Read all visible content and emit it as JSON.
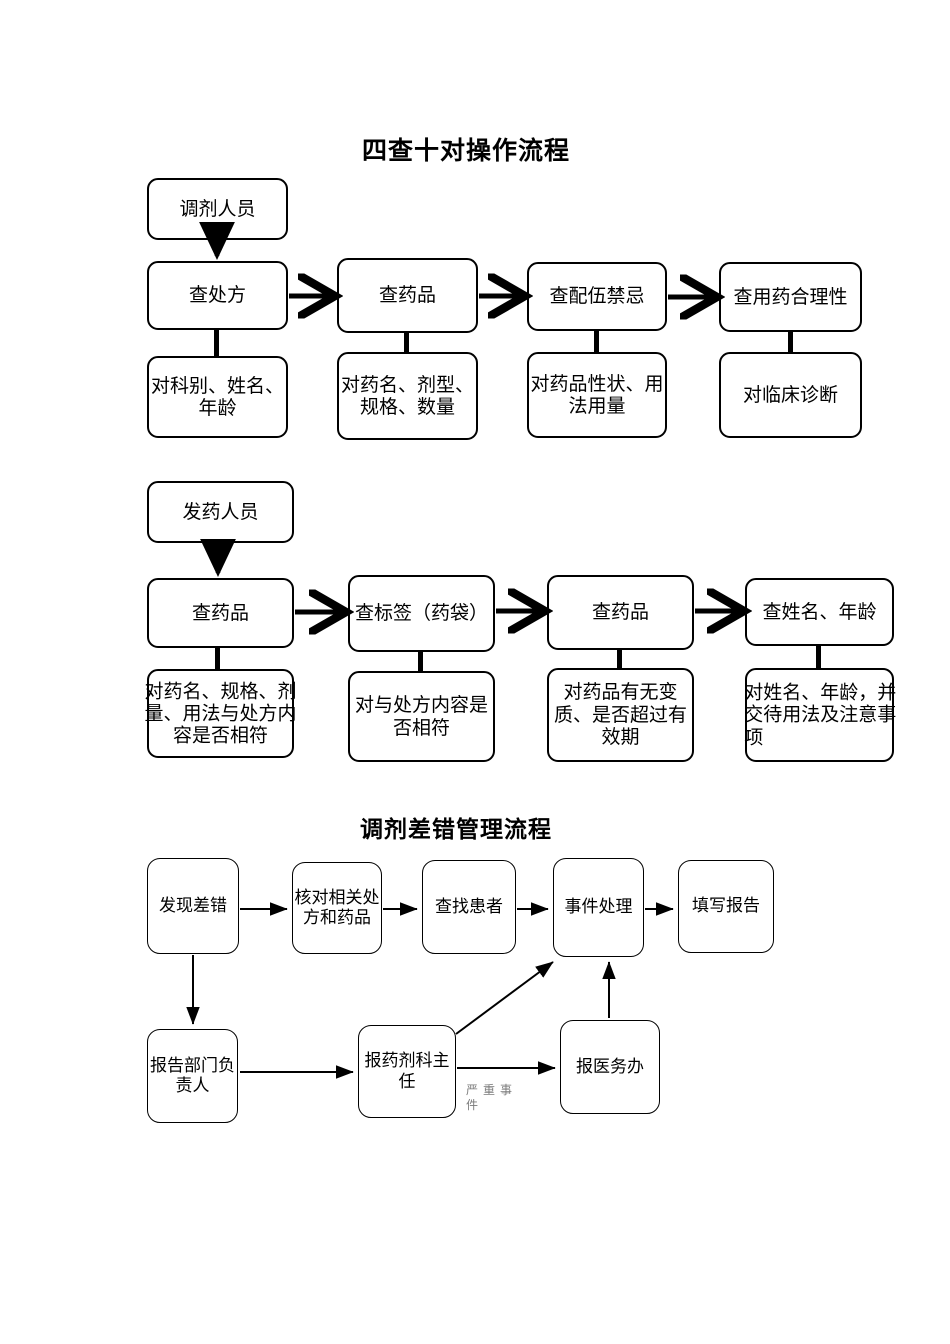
{
  "document": {
    "page_background": "#ffffff",
    "ink_color": "#000000",
    "annotation_color": "#7b7b7b"
  },
  "charts": [
    {
      "id": "four-checks-ten-matches",
      "title": "四查十对操作流程",
      "actor": "调剂人员",
      "steps": [
        {
          "check": "查处方",
          "detail": "对科别、姓名、年龄"
        },
        {
          "check": "查药品",
          "detail": "对药名、剂型、规格、数量"
        },
        {
          "check": "查配伍禁忌",
          "detail": "对药品性状、用法用量"
        },
        {
          "check": "查用药合理性",
          "detail": "对临床诊断"
        }
      ]
    },
    {
      "id": "dispensing-staff-checks",
      "actor": "发药人员",
      "steps": [
        {
          "check": "查药品",
          "detail": "对药名、规格、剂量、用法与处方内容是否相符"
        },
        {
          "check": "查标签（药袋）",
          "detail": "对与处方内容是否相符"
        },
        {
          "check": "查药品",
          "detail": "对药品有无变质、是否超过有效期"
        },
        {
          "check": "查姓名、年龄",
          "detail": "对姓名、年龄，并交待用法及注意事项"
        }
      ]
    },
    {
      "id": "dispensing-error-management",
      "title": "调剂差错管理流程",
      "main_flow": [
        "发现差错",
        "核对相关处方和药品",
        "查找患者",
        "事件处理",
        "填写报告"
      ],
      "escalation_flow": [
        "报告部门负责人",
        "报药剂科主任",
        "报医务办"
      ],
      "edge_annotation": "严重事件"
    }
  ]
}
